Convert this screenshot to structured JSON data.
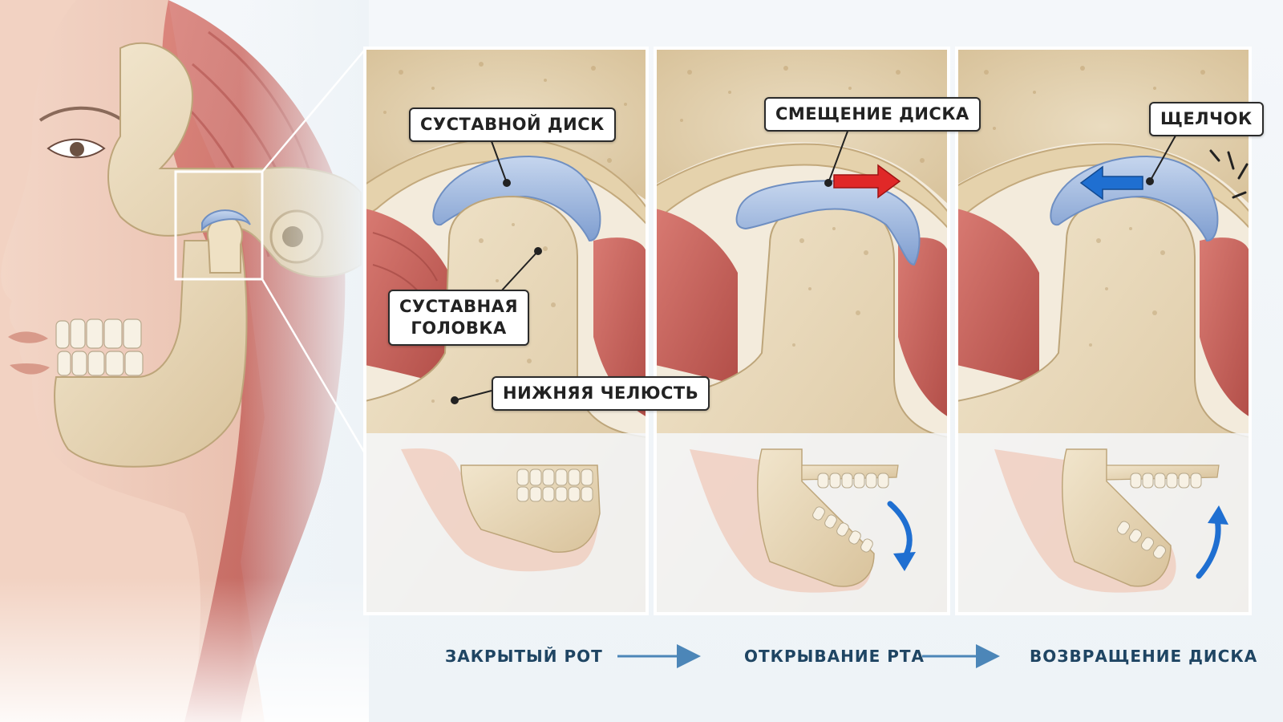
{
  "callouts": {
    "articular_disc": "СУСТАВНОЙ ДИСК",
    "condyle_line1": "СУСТАВНАЯ",
    "condyle_line2": "ГОЛОВКА",
    "mandible": "НИЖНЯЯ ЧЕЛЮСТЬ",
    "disc_displacement": "СМЕЩЕНИЕ ДИСКА",
    "click": "ЩЕЛЧОК"
  },
  "stages": [
    {
      "label": "ЗАКРЫТЫЙ РОТ"
    },
    {
      "label": "ОТКРЫВАНИЕ РТА"
    },
    {
      "label": "ВОЗВРАЩЕНИЕ ДИСКА"
    }
  ],
  "colors": {
    "bone": "#e8d9bc",
    "bone_shadow": "#cdb892",
    "disc": "#9fb9dc",
    "muscle": "#c9625c",
    "skin": "#f1d3c4",
    "arrow_red": "#e02828",
    "arrow_blue": "#1f6fd1",
    "label_text": "#1f4563"
  }
}
